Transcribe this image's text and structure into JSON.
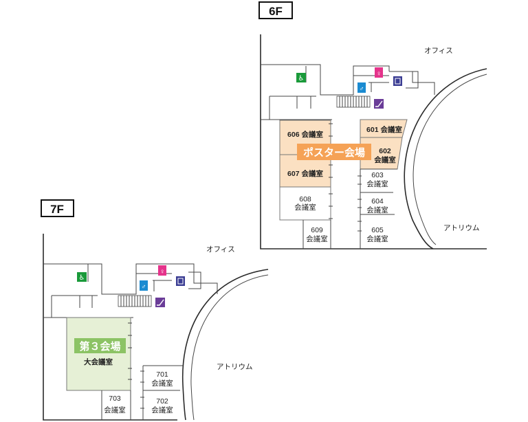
{
  "colors": {
    "poster": "#f5a256",
    "posterRoom": "#fbe0c2",
    "hall3": "#8cc365",
    "hall3Room": "#e6f0d6",
    "accessible": "#1a9a3a",
    "female": "#e5338b",
    "male": "#1b8bd1",
    "elevator": "#3b3d93",
    "escalator": "#6a3c98"
  },
  "icons": [
    "accessible-toilet-icon",
    "female-toilet-icon",
    "male-toilet-icon",
    "elevator-icon",
    "escalator-icon",
    "stairs-icon"
  ],
  "floor6": {
    "label": "6F",
    "office": "オフィス",
    "atrium": "アトリウム",
    "highlight": "ポスター会場",
    "rooms": {
      "r606": "606 会議室",
      "r607": "607 会議室",
      "r601": "601 会議室",
      "r602n": "602",
      "r602s": "会議室",
      "r603n": "603",
      "r603s": "会議室",
      "r604n": "604",
      "r604s": "会議室",
      "r605n": "605",
      "r605s": "会議室",
      "r608n": "608",
      "r608s": "会議室",
      "r609n": "609",
      "r609s": "会議室"
    }
  },
  "floor7": {
    "label": "7F",
    "office": "オフィス",
    "atrium": "アトリウム",
    "highlight": "第３会場",
    "bigRoom": "大会議室",
    "rooms": {
      "r701n": "701",
      "r701s": "会議室",
      "r702n": "702",
      "r702s": "会議室",
      "r703n": "703",
      "r703s": "会議室"
    }
  }
}
